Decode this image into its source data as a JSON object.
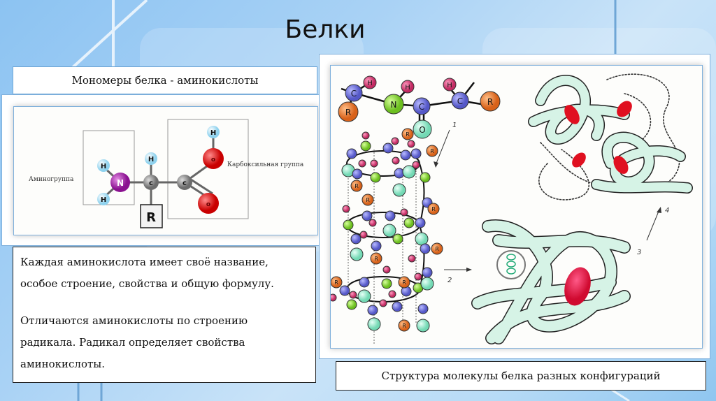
{
  "slide": {
    "title": "Белки"
  },
  "left_panel": {
    "caption": "Мономеры белка - аминокислоты",
    "diagram": {
      "amino_group_label": "Аминогруппа",
      "carboxyl_group_label": "Карбоксильная группа",
      "atoms": {
        "nitrogen": "N",
        "hydrogen": "H",
        "carbon": "c",
        "oxygen": "o",
        "radical": "R"
      }
    },
    "description": {
      "paragraph1_line1": "Каждая аминокислота имеет своё название,",
      "paragraph1_line2": "особое строение, свойства и общую формулу.",
      "paragraph2_line1": "Отличаются аминокислоты по строению",
      "paragraph2_line2": "радикала. Радикал определяет свойства",
      "paragraph2_line3": "аминокислоты."
    }
  },
  "right_panel": {
    "caption": "Структура молекулы белка разных конфигураций",
    "diagram": {
      "peptide_atoms": [
        "C",
        "N",
        "C",
        "C",
        "O",
        "R",
        "H"
      ],
      "stage_labels": [
        "1",
        "2",
        "3",
        "4"
      ]
    }
  },
  "colors": {
    "nitrogen_purple": "#9b1fa0",
    "oxygen_red": "#e01414",
    "hydrogen_light_blue": "#a8dcf0",
    "carbon_gray": "#8a8a8a",
    "peptide_carbon_blue": "#6f72d8",
    "peptide_nitrogen_green": "#8fd43a",
    "radical_orange": "#e8792f",
    "peptide_oxygen_teal": "#8fe6c8",
    "peptide_hydrogen_pink": "#d8447a",
    "protein_ribbon": "#d6f3e6",
    "heme_red": "#e8103a"
  }
}
